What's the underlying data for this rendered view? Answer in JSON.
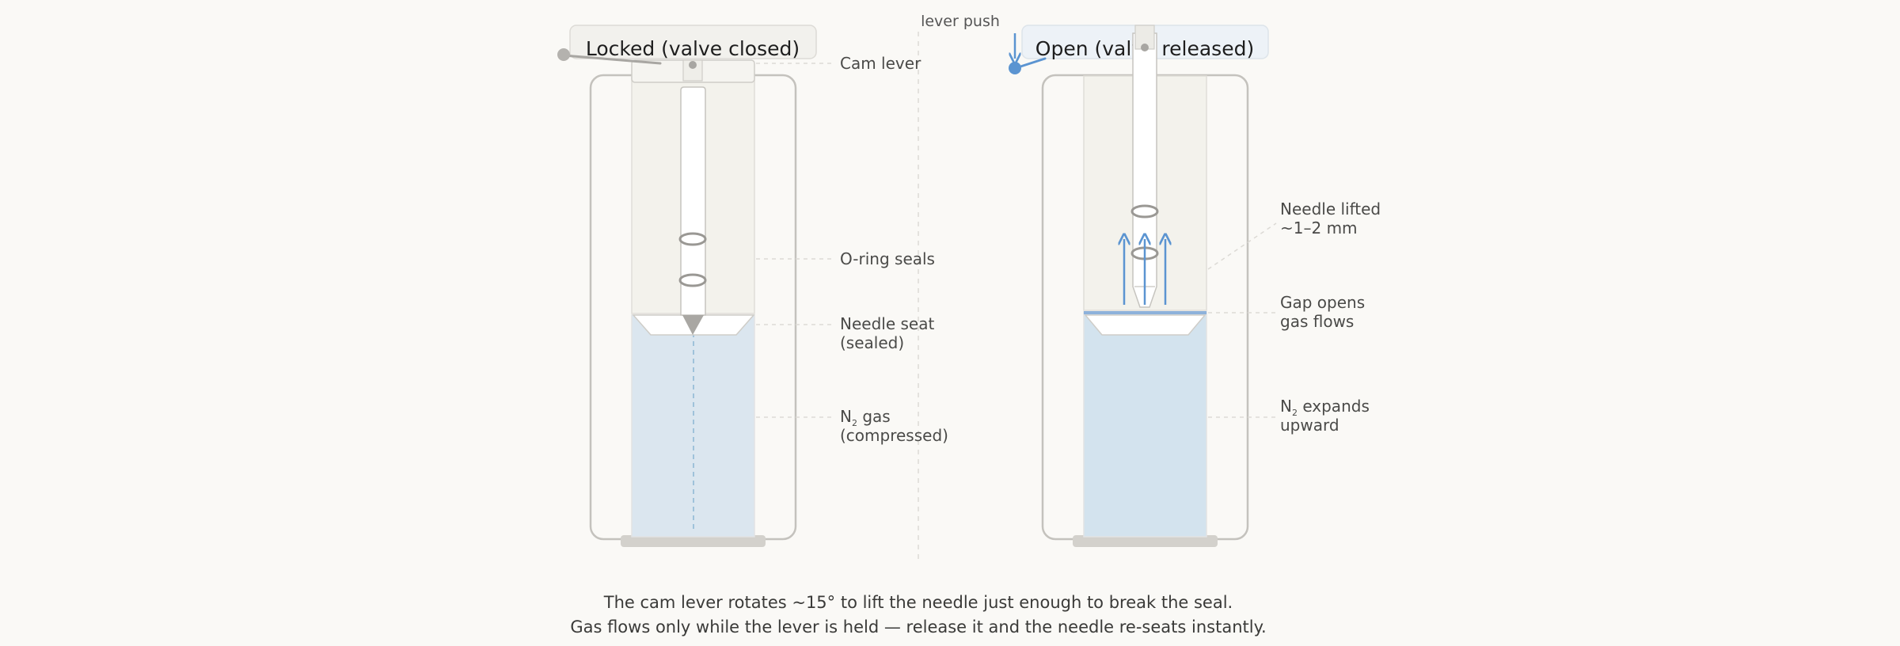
{
  "panels": {
    "left": {
      "title": "Locked (valve closed)"
    },
    "right": {
      "title": "Open (valve released)"
    }
  },
  "annotations": {
    "lever_push": "lever push",
    "cam_lever": "Cam lever",
    "oring_seals": "O-ring seals",
    "needle_seat": [
      "Needle seat",
      "(sealed)"
    ],
    "n2_gas": {
      "symbol": "N",
      "subscript": "2",
      "rest": " gas",
      "line2": "(compressed)"
    },
    "needle_lifted": [
      "Needle lifted",
      "~1–2 mm"
    ],
    "gap_opens": [
      "Gap opens",
      "gas flows"
    ],
    "n2_expands": {
      "symbol": "N",
      "subscript": "2",
      "rest": " expands",
      "line2": "upward"
    }
  },
  "caption": {
    "line1": "The cam lever rotates ~15° to lift the needle just enough to break the seal.",
    "line2": "Gas flows only while the lever is held — release it and the needle re-seats instantly."
  },
  "colors": {
    "background": "#faf9f6",
    "outline": "#c4c2bd",
    "gas": "#dbe6ef",
    "gas_open": "#d3e3ee",
    "flow": "#5b94d1",
    "guide": "#d9d7d2"
  }
}
